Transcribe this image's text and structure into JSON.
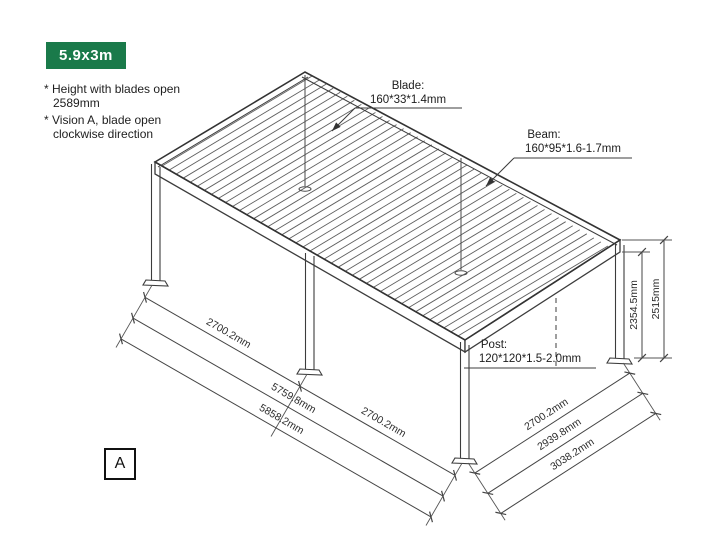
{
  "badge": {
    "label": "5.9x3m",
    "bg_color": "#1a7a4a",
    "text_color": "#ffffff"
  },
  "notes": [
    "* Height with blades open 2589mm",
    "* Vision A, blade open clockwise direction"
  ],
  "callouts": {
    "blade": {
      "title": "Blade:",
      "spec": "160*33*1.4mm"
    },
    "beam": {
      "title": "Beam:",
      "spec": "160*95*1.6-1.7mm"
    },
    "post": {
      "title": "Post:",
      "spec": "120*120*1.5-2.0mm"
    }
  },
  "dimensions": {
    "front_bay_1": "2700.2mm",
    "front_bay_2": "2700.2mm",
    "front_inner": "5759.8mm",
    "front_overall": "5858.2mm",
    "side_clear": "2700.2mm",
    "side_inner": "2939.8mm",
    "side_overall": "3038.2mm",
    "height_to_beam": "2354.5mm",
    "height_overall": "2515mm"
  },
  "view_label": "A",
  "line_color": "#3c3c3c"
}
